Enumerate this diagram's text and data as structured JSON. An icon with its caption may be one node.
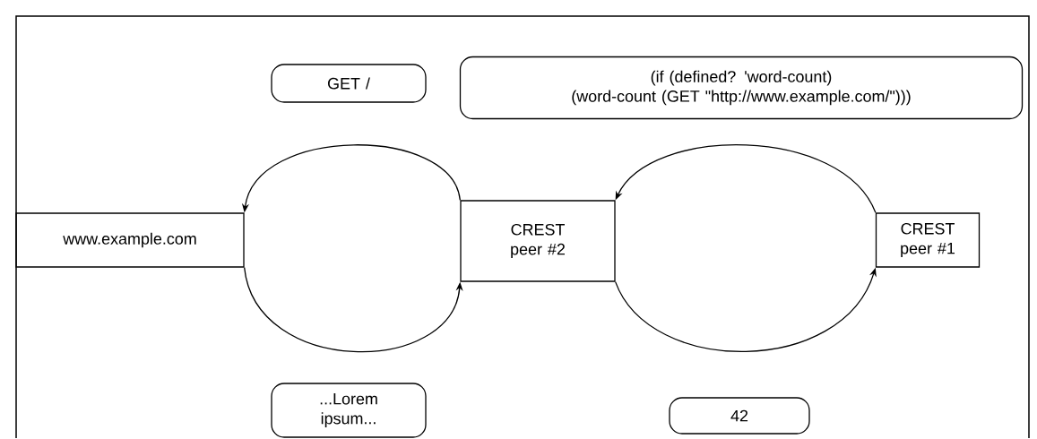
{
  "diagram": {
    "nodes": [
      {
        "text": [
          "www.example.com"
        ]
      },
      {
        "text": [
          "CREST peer #2"
        ]
      },
      {
        "text": [
          "CREST peer #1"
        ]
      },
      {
        "text": [
          "GET /"
        ]
      },
      {
        "text": [
          "(if (defined? 'word-count)",
          "(word-count (GET \"http://www.example.com/\")))"
        ]
      },
      {
        "text": [
          "...Lorem ipsum..."
        ]
      },
      {
        "text": [
          "42"
        ]
      }
    ],
    "edges": [
      {
        "from": 1,
        "to": 0,
        "arrow": "to"
      },
      {
        "from": 0,
        "to": 1,
        "arrow": "to"
      },
      {
        "from": 2,
        "to": 1,
        "arrow": "to"
      },
      {
        "from": 1,
        "to": 2,
        "arrow": "to"
      }
    ]
  }
}
